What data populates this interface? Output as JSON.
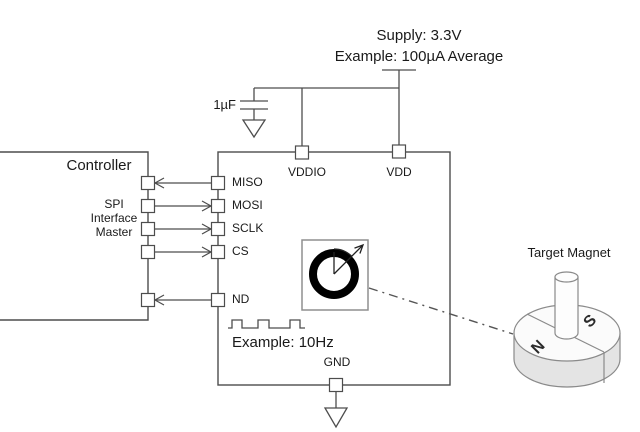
{
  "diagram": {
    "supply": {
      "line1": "Supply: 3.3V",
      "line2": "Example: 100µA Average"
    },
    "capacitor": {
      "value": "1µF"
    },
    "controller": {
      "title": "Controller",
      "role_line1": "SPI",
      "role_line2": "Interface",
      "role_line3": "Master"
    },
    "sensor": {
      "pin_miso": "MISO",
      "pin_mosi": "MOSI",
      "pin_sclk": "SCLK",
      "pin_cs": "CS",
      "pin_nd": "ND",
      "pin_vddio": "VDDIO",
      "pin_vdd": "VDD",
      "pin_gnd": "GND",
      "nd_frequency_note": "Example: 10Hz"
    },
    "magnet": {
      "title": "Target Magnet",
      "pole_north": "N",
      "pole_south": "S"
    },
    "colors": {
      "line": "#4d4d4d",
      "text": "#1a1a1a",
      "ring": "#000000"
    }
  }
}
